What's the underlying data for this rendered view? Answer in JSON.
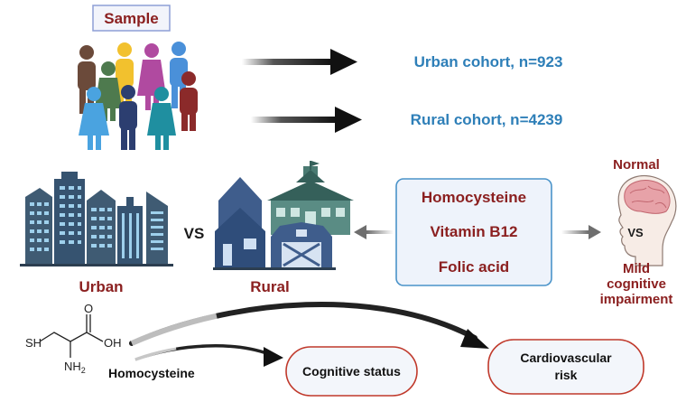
{
  "sample": {
    "label": "Sample"
  },
  "cohorts": [
    {
      "label": "Urban cohort, n=923"
    },
    {
      "label": "Rural cohort, n=4239"
    }
  ],
  "settings": {
    "urban": "Urban",
    "vs": "VS",
    "rural": "Rural"
  },
  "biomarkers": {
    "items": [
      "Homocysteine",
      "Vitamin B12",
      "Folic acid"
    ]
  },
  "cognition": {
    "normal": "Normal",
    "vs": "VS",
    "impairment": [
      "Mild",
      "cognitive",
      "impairment"
    ]
  },
  "molecule": {
    "sh": "SH",
    "oh": "OH",
    "o": "O",
    "nh2": "NH",
    "nh2_sub": "2",
    "name": "Homocysteine"
  },
  "outcomes": {
    "cognitive": "Cognitive status",
    "cardio": [
      "Cardiovascular",
      "risk"
    ]
  },
  "colors": {
    "title_red": "#8b2020",
    "cohort_blue": "#2e7fb8",
    "box_blue": "#4a93c9",
    "box_red": "#c0392b",
    "dark": "#1a1a1a"
  }
}
